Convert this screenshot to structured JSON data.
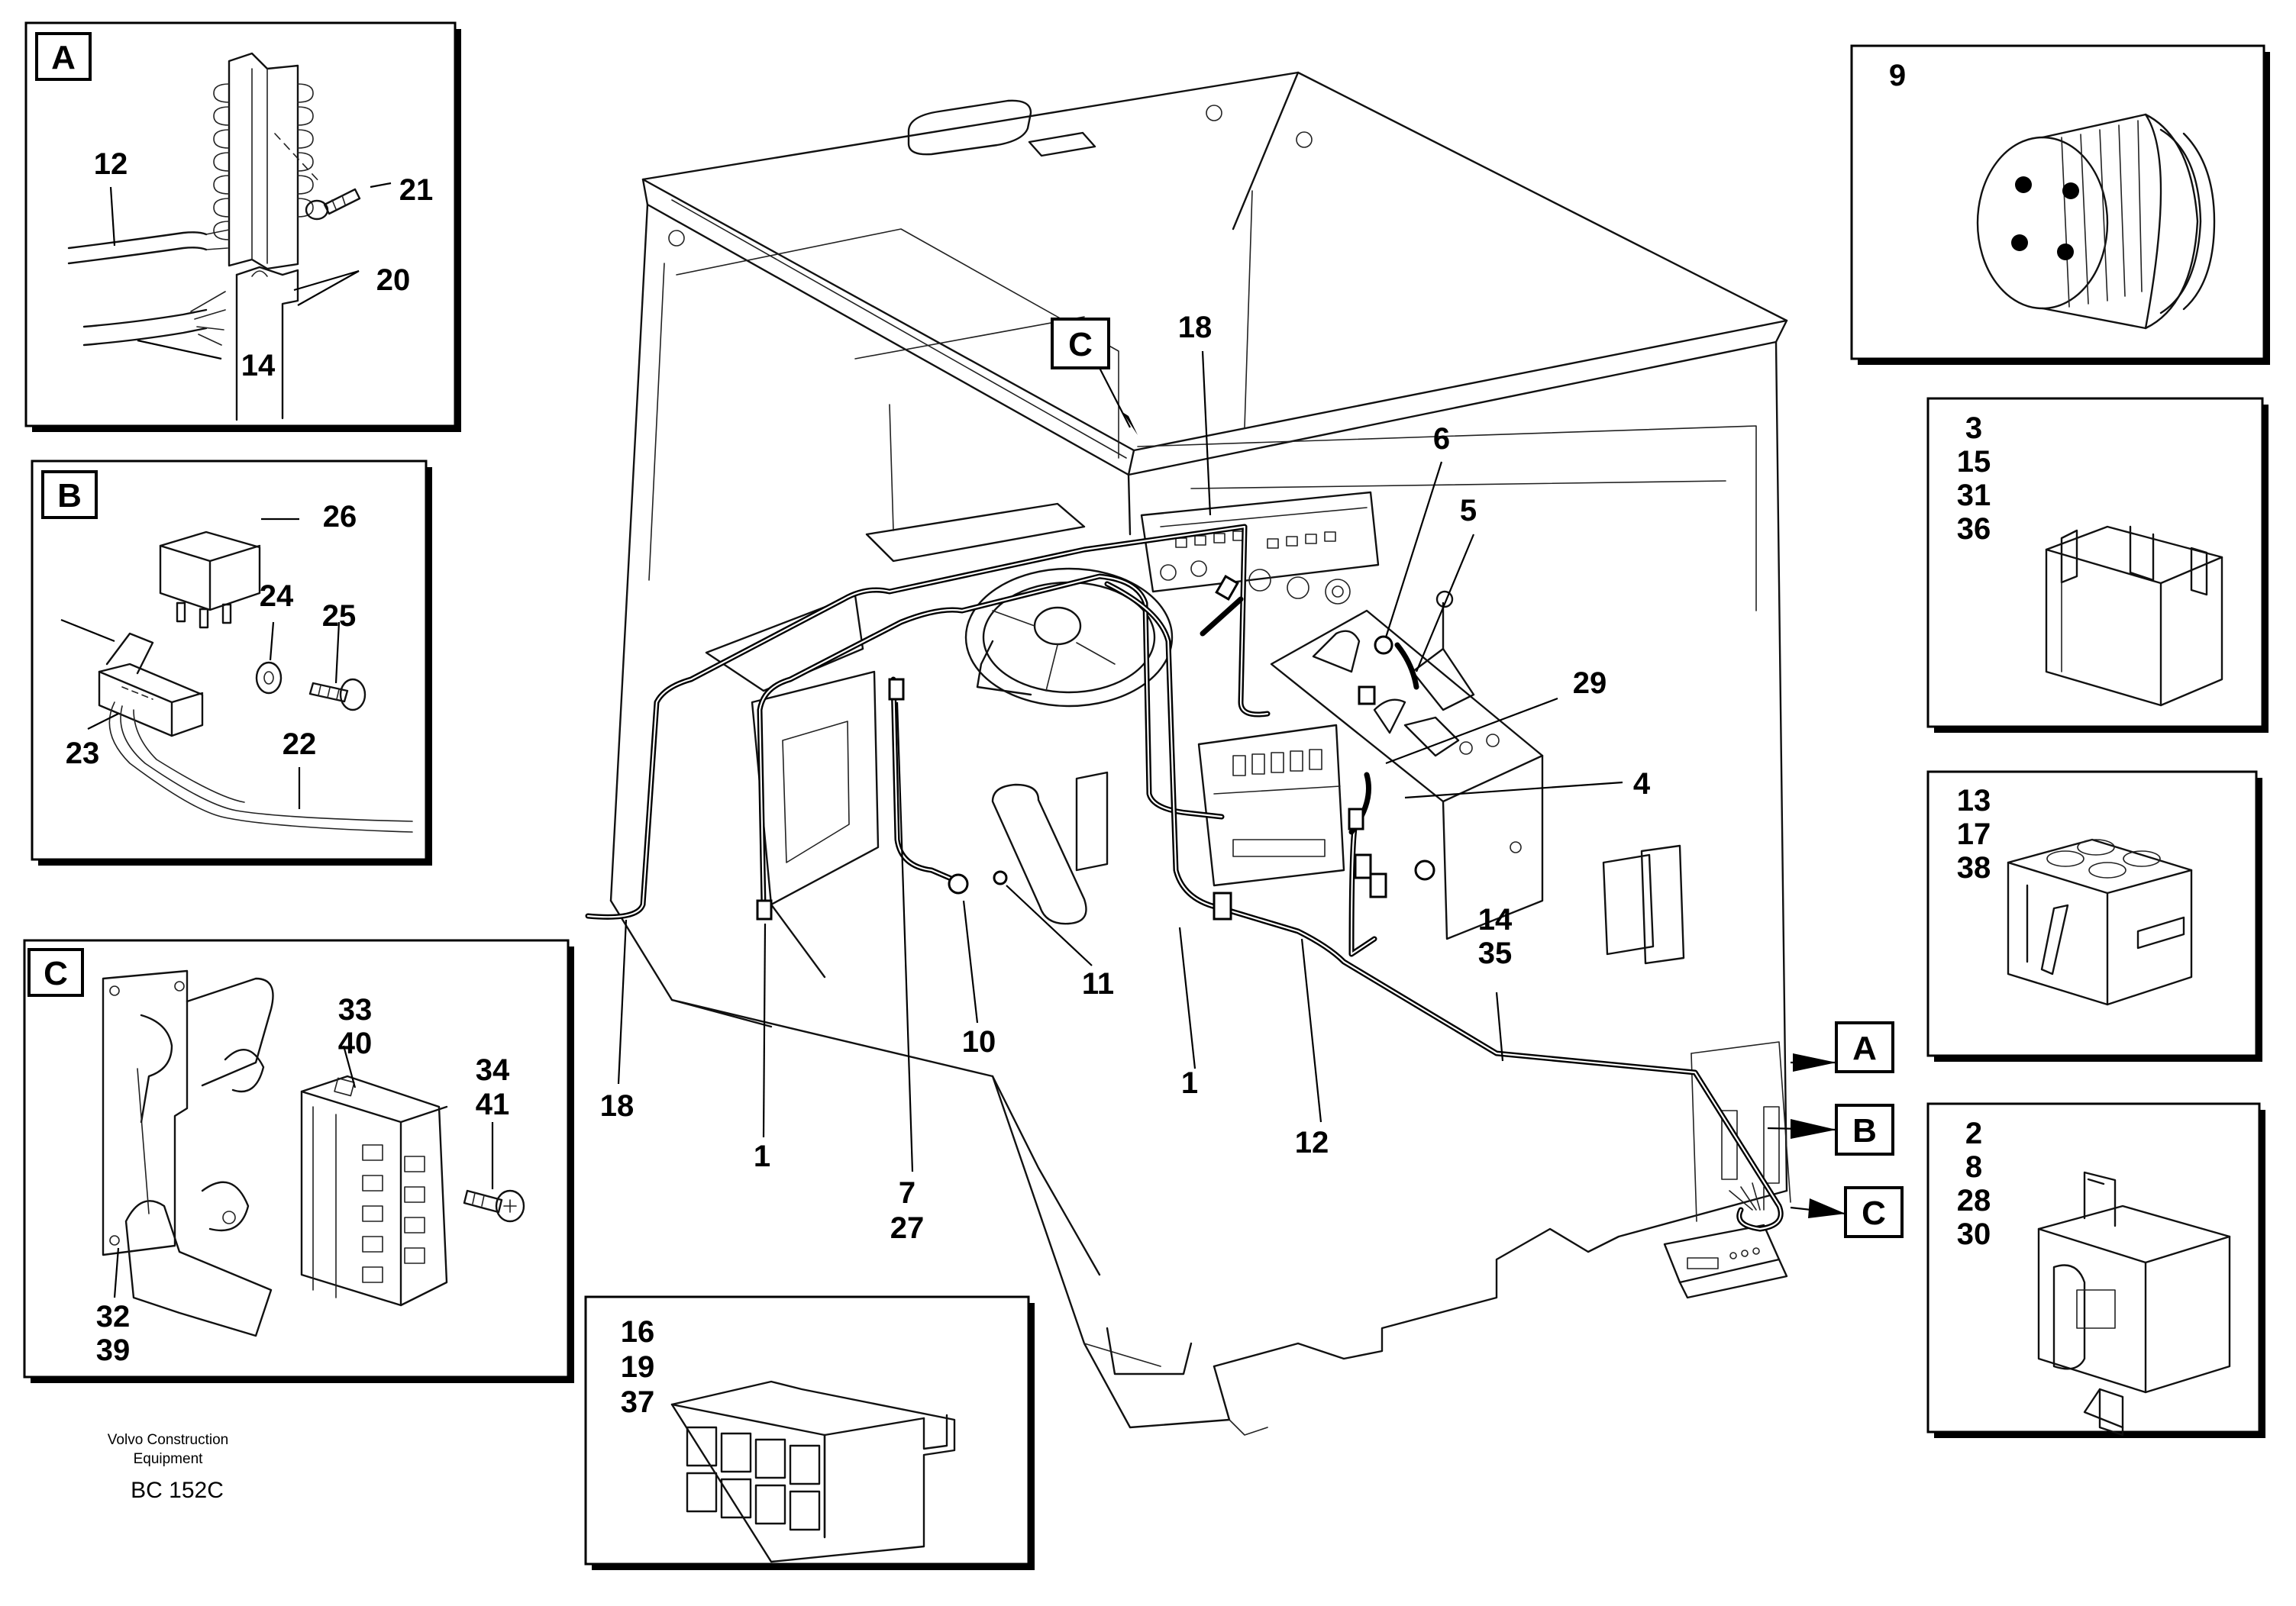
{
  "main_view": {
    "callouts": {
      "c18_top": "18",
      "c6": "6",
      "c5": "5",
      "c29": "29",
      "c4": "4",
      "c14": "14",
      "c35": "35",
      "c11": "11",
      "c10": "10",
      "c1_mid": "1",
      "c12": "12",
      "c18_bottom": "18",
      "c1_left": "1",
      "c7": "7",
      "c27": "27"
    },
    "view_markers": {
      "a": "A",
      "b": "B",
      "c_right": "C",
      "c_top": "C"
    }
  },
  "detail_a": {
    "label": "A",
    "parts": [
      "12",
      "21",
      "20",
      "14"
    ]
  },
  "detail_b": {
    "label": "B",
    "parts": [
      "26",
      "24",
      "25",
      "23",
      "22"
    ]
  },
  "detail_c": {
    "label": "C",
    "parts": [
      "33",
      "40",
      "34",
      "41",
      "32",
      "39"
    ]
  },
  "connector_16": {
    "parts": [
      "16",
      "19",
      "37"
    ]
  },
  "connector_9": {
    "parts": [
      "9"
    ]
  },
  "connector_3": {
    "parts": [
      "3",
      "15",
      "31",
      "36"
    ]
  },
  "connector_13": {
    "parts": [
      "13",
      "17",
      "38"
    ]
  },
  "connector_2": {
    "parts": [
      "2",
      "8",
      "28",
      "30"
    ]
  },
  "footer": {
    "credit_line1": "Volvo Construction",
    "credit_line2": "Equipment",
    "code": "BC 152C"
  }
}
